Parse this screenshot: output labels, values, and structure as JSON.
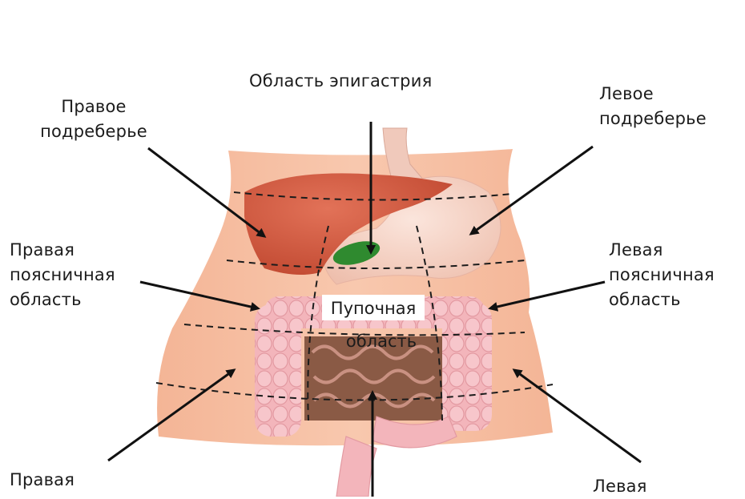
{
  "labels": {
    "epigastric": "Область эпигастрия",
    "right_hypochondrium": [
      "Правое",
      "подреберье"
    ],
    "left_hypochondrium": [
      "Левое",
      "подреберье"
    ],
    "right_lumbar": [
      "Правая",
      "поясничная",
      "область"
    ],
    "left_lumbar": [
      "Левая",
      "поясничная",
      "область"
    ],
    "umbilical": [
      "Пупочная",
      "область"
    ],
    "right_lower": "Правая",
    "left_lower": "Левая"
  },
  "colors": {
    "skin": "#f6c0a5",
    "liver": "#d45a40",
    "stomach": "#f3d4c8",
    "colon": "#f3b5bb",
    "small_intestine": "#8a5a45",
    "gallbladder": "#2f8a2f",
    "ink": "#1c1c1c"
  }
}
